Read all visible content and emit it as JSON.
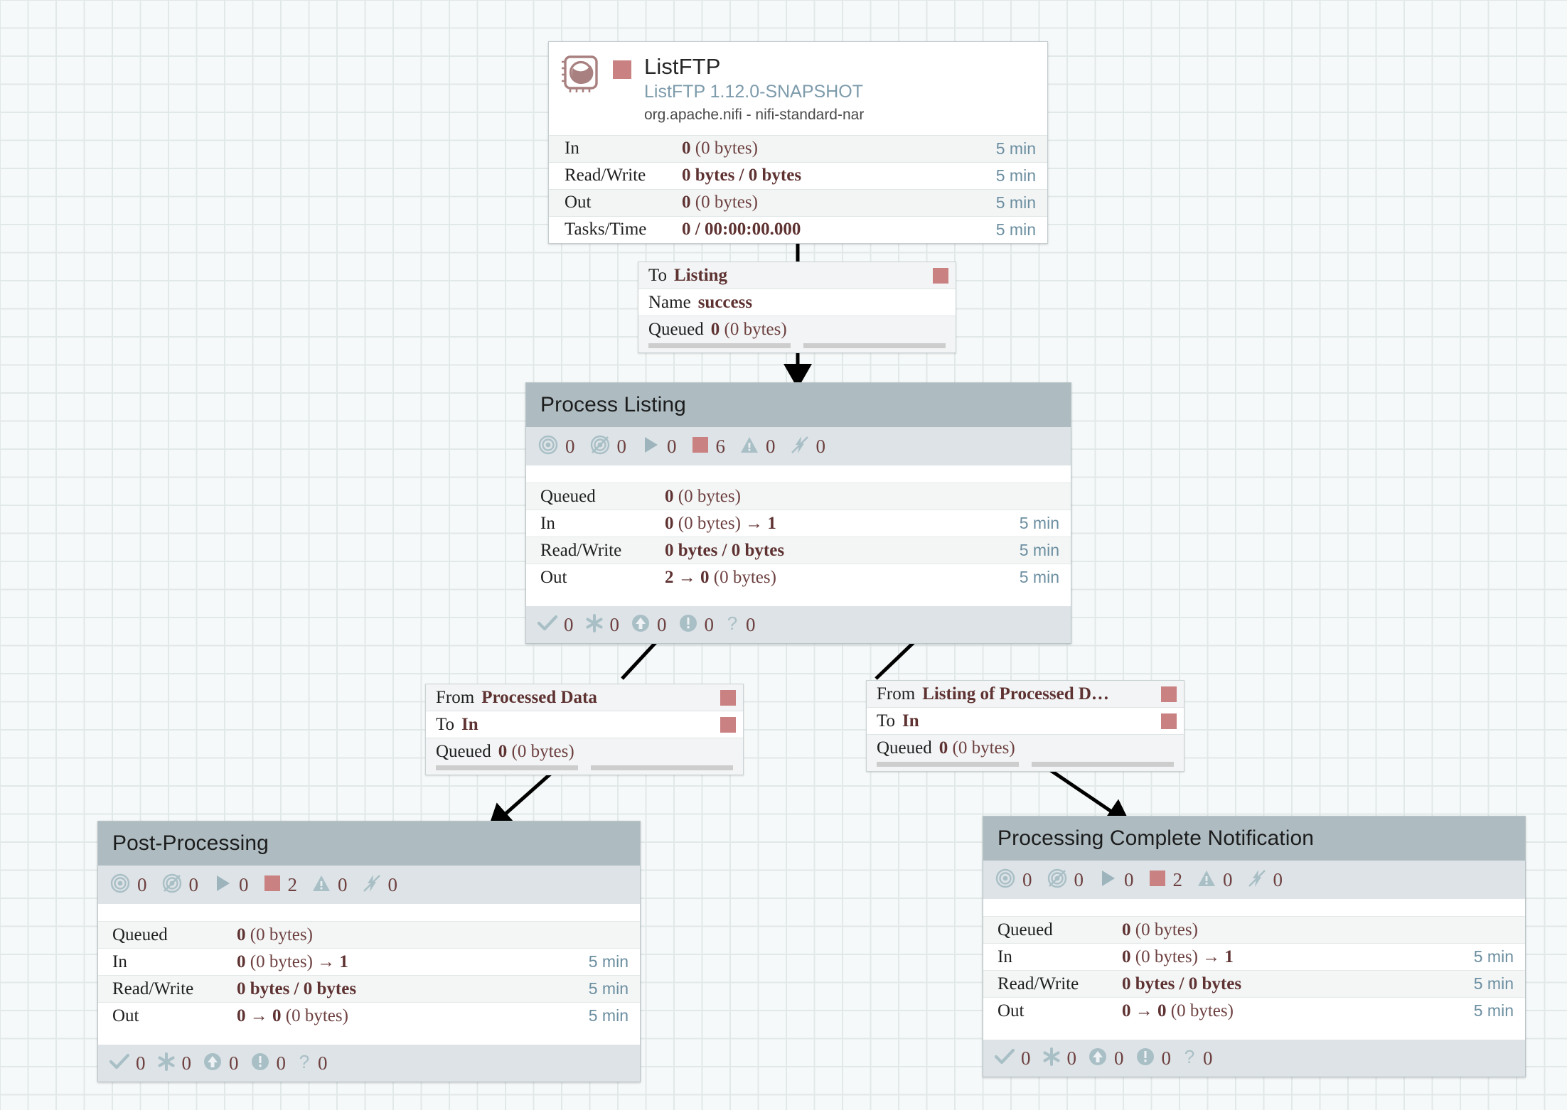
{
  "canvas": {
    "background_color": "#f6f9f9",
    "grid_line_color": "#e1e8e8"
  },
  "colors": {
    "stopped_red": "#ca8182",
    "group_header": "#aebcc2",
    "status_band": "#dde3e6",
    "value_text": "#5f3232",
    "time_text": "#6b8ea0",
    "type_text": "#7d9bab"
  },
  "processor": {
    "name": "ListFTP",
    "type_version": "ListFTP 1.12.0-SNAPSHOT",
    "bundle": "org.apache.nifi - nifi-standard-nar",
    "icon": "processor-chip-icon",
    "run_status_icon": "stopped-square-icon",
    "stats": [
      {
        "label": "In",
        "value_bold": "0",
        "value_rest": " (0 bytes)",
        "time": "5 min"
      },
      {
        "label": "Read/Write",
        "value_bold": "0 bytes / 0 bytes",
        "value_rest": "",
        "time": "5 min"
      },
      {
        "label": "Out",
        "value_bold": "0",
        "value_rest": " (0 bytes)",
        "time": "5 min"
      },
      {
        "label": "Tasks/Time",
        "value_bold": "0 / 00:00:00.000",
        "value_rest": "",
        "time": "5 min"
      }
    ]
  },
  "connections": [
    {
      "id": "conn-listftp-to-listing",
      "rows": [
        {
          "key": "To",
          "value": "Listing",
          "dot": true
        },
        {
          "key": "Name",
          "value": "success",
          "dot": false
        }
      ],
      "queued_label": "Queued",
      "queued_bold": "0",
      "queued_rest": " (0 bytes)"
    },
    {
      "id": "conn-processed-data-to-in",
      "rows": [
        {
          "key": "From",
          "value": "Processed Data",
          "dot": true
        },
        {
          "key": "To",
          "value": "In",
          "dot": true
        }
      ],
      "queued_label": "Queued",
      "queued_bold": "0",
      "queued_rest": " (0 bytes)"
    },
    {
      "id": "conn-listing-of-processed-to-in",
      "rows": [
        {
          "key": "From",
          "value": "Listing of Processed D…",
          "dot": true
        },
        {
          "key": "To",
          "value": "In",
          "dot": true
        }
      ],
      "queued_label": "Queued",
      "queued_bold": "0",
      "queued_rest": " (0 bytes)"
    }
  ],
  "groups": [
    {
      "id": "group-process-listing",
      "title": "Process Listing",
      "counts": [
        {
          "icon": "transmitting-icon",
          "value": "0"
        },
        {
          "icon": "not-transmitting-icon",
          "value": "0"
        },
        {
          "icon": "running-icon",
          "value": "0"
        },
        {
          "icon": "stopped-icon",
          "value": "6"
        },
        {
          "icon": "invalid-icon",
          "value": "0"
        },
        {
          "icon": "disabled-icon",
          "value": "0"
        }
      ],
      "stats": [
        {
          "key": "Queued",
          "value": "0 (0 bytes)",
          "bold": "0",
          "rest": " (0 bytes)",
          "time": ""
        },
        {
          "key": "In",
          "bold": "0",
          "rest": " (0 bytes) → ",
          "bold2": "1",
          "time": "5 min"
        },
        {
          "key": "Read/Write",
          "bold": "0 bytes / 0 bytes",
          "rest": "",
          "time": "5 min"
        },
        {
          "key": "Out",
          "bold": "2 → 0",
          "rest": " (0 bytes)",
          "time": "5 min"
        }
      ],
      "footer": [
        {
          "icon": "check-icon",
          "value": "0"
        },
        {
          "icon": "asterisk-icon",
          "value": "0"
        },
        {
          "icon": "up-arrow-circle-icon",
          "value": "0"
        },
        {
          "icon": "exclamation-circle-icon",
          "value": "0"
        },
        {
          "icon": "question-mark-icon",
          "value": "0"
        }
      ]
    },
    {
      "id": "group-post-processing",
      "title": "Post-Processing",
      "counts": [
        {
          "icon": "transmitting-icon",
          "value": "0"
        },
        {
          "icon": "not-transmitting-icon",
          "value": "0"
        },
        {
          "icon": "running-icon",
          "value": "0"
        },
        {
          "icon": "stopped-icon",
          "value": "2"
        },
        {
          "icon": "invalid-icon",
          "value": "0"
        },
        {
          "icon": "disabled-icon",
          "value": "0"
        }
      ],
      "stats": [
        {
          "key": "Queued",
          "bold": "0",
          "rest": " (0 bytes)",
          "time": ""
        },
        {
          "key": "In",
          "bold": "0",
          "rest": " (0 bytes) → ",
          "bold2": "1",
          "time": "5 min"
        },
        {
          "key": "Read/Write",
          "bold": "0 bytes / 0 bytes",
          "rest": "",
          "time": "5 min"
        },
        {
          "key": "Out",
          "bold": "0 → 0",
          "rest": " (0 bytes)",
          "time": "5 min"
        }
      ],
      "footer": [
        {
          "icon": "check-icon",
          "value": "0"
        },
        {
          "icon": "asterisk-icon",
          "value": "0"
        },
        {
          "icon": "up-arrow-circle-icon",
          "value": "0"
        },
        {
          "icon": "exclamation-circle-icon",
          "value": "0"
        },
        {
          "icon": "question-mark-icon",
          "value": "0"
        }
      ]
    },
    {
      "id": "group-processing-complete-notification",
      "title": "Processing Complete Notification",
      "counts": [
        {
          "icon": "transmitting-icon",
          "value": "0"
        },
        {
          "icon": "not-transmitting-icon",
          "value": "0"
        },
        {
          "icon": "running-icon",
          "value": "0"
        },
        {
          "icon": "stopped-icon",
          "value": "2"
        },
        {
          "icon": "invalid-icon",
          "value": "0"
        },
        {
          "icon": "disabled-icon",
          "value": "0"
        }
      ],
      "stats": [
        {
          "key": "Queued",
          "bold": "0",
          "rest": " (0 bytes)",
          "time": ""
        },
        {
          "key": "In",
          "bold": "0",
          "rest": " (0 bytes) → ",
          "bold2": "1",
          "time": "5 min"
        },
        {
          "key": "Read/Write",
          "bold": "0 bytes / 0 bytes",
          "rest": "",
          "time": "5 min"
        },
        {
          "key": "Out",
          "bold": "0 → 0",
          "rest": " (0 bytes)",
          "time": "5 min"
        }
      ],
      "footer": [
        {
          "icon": "check-icon",
          "value": "0"
        },
        {
          "icon": "asterisk-icon",
          "value": "0"
        },
        {
          "icon": "up-arrow-circle-icon",
          "value": "0"
        },
        {
          "icon": "exclamation-circle-icon",
          "value": "0"
        },
        {
          "icon": "question-mark-icon",
          "value": "0"
        }
      ]
    }
  ]
}
